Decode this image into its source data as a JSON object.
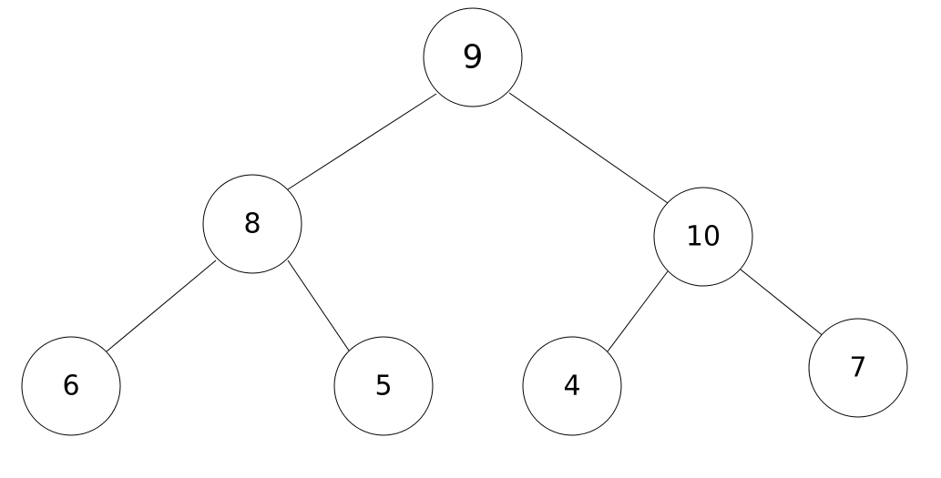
{
  "tree": {
    "root": "9",
    "nodes": {
      "n9": "9",
      "n8": "8",
      "n10": "10",
      "n6": "6",
      "n5": "5",
      "n4": "4",
      "n7": "7"
    },
    "edges": [
      [
        "9",
        "8"
      ],
      [
        "9",
        "10"
      ],
      [
        "8",
        "6"
      ],
      [
        "8",
        "5"
      ],
      [
        "10",
        "4"
      ],
      [
        "10",
        "7"
      ]
    ]
  }
}
